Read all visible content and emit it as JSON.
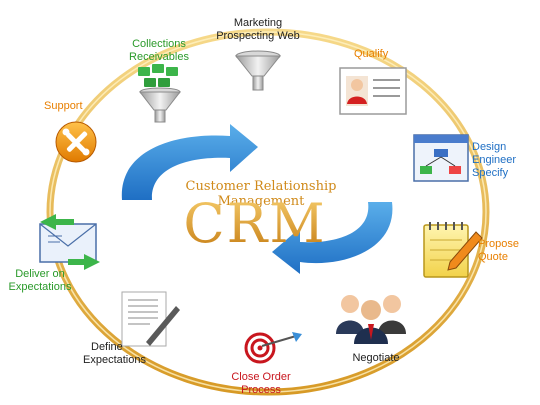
{
  "diagram": {
    "title": "Customer Relationship Management",
    "center": "CRM",
    "colors": {
      "ring": "#e8b84a",
      "arrow": "#3a8fd8",
      "green": "#2a9a2a",
      "orange": "#e87f00",
      "blue": "#1f6fc4",
      "red": "#c8161e",
      "black": "#222222"
    },
    "stages": {
      "marketing": [
        "Marketing",
        "Prospecting Web"
      ],
      "qualify": [
        "Qualify"
      ],
      "design": [
        "Design",
        "Engineer",
        "Specify"
      ],
      "propose": [
        "Propose",
        "Quote"
      ],
      "negotiate": [
        "Negotiate"
      ],
      "close": [
        "Close Order",
        "Process"
      ],
      "define": [
        "Define",
        "Expectations"
      ],
      "deliver": [
        "Deliver on",
        "Expectations"
      ],
      "support": [
        "Support"
      ],
      "collections": [
        "Collections",
        "Receivables"
      ]
    }
  }
}
